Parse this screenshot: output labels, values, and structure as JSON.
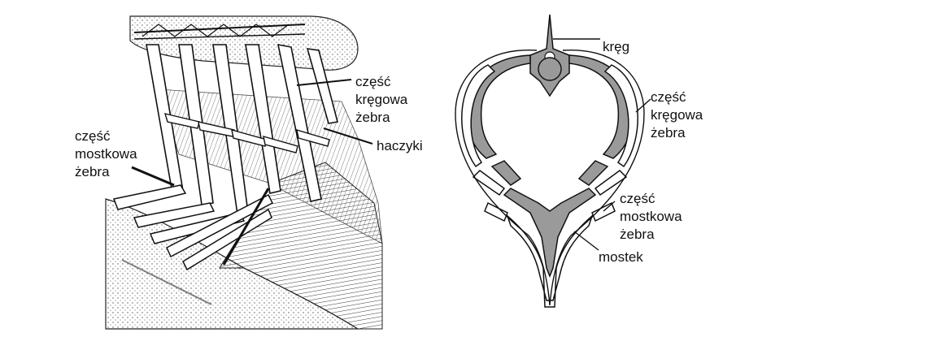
{
  "labels": {
    "left": {
      "vertebral_part": [
        "część",
        "kręgowa",
        "żebra"
      ],
      "hooks": "haczyki",
      "sternal_part": [
        "część",
        "mostkowa",
        "żebra"
      ]
    },
    "right": {
      "vertebra": "kręg",
      "vertebral_part": [
        "część",
        "kręgowa",
        "żebra"
      ],
      "sternal_part": [
        "część",
        "mostkowa",
        "żebra"
      ],
      "sternum": "mostek"
    }
  },
  "colors": {
    "ink": "#111111",
    "bone_fill": "#9a9a9a",
    "muscle_fill": "#dedede",
    "stipple": "#444444"
  }
}
